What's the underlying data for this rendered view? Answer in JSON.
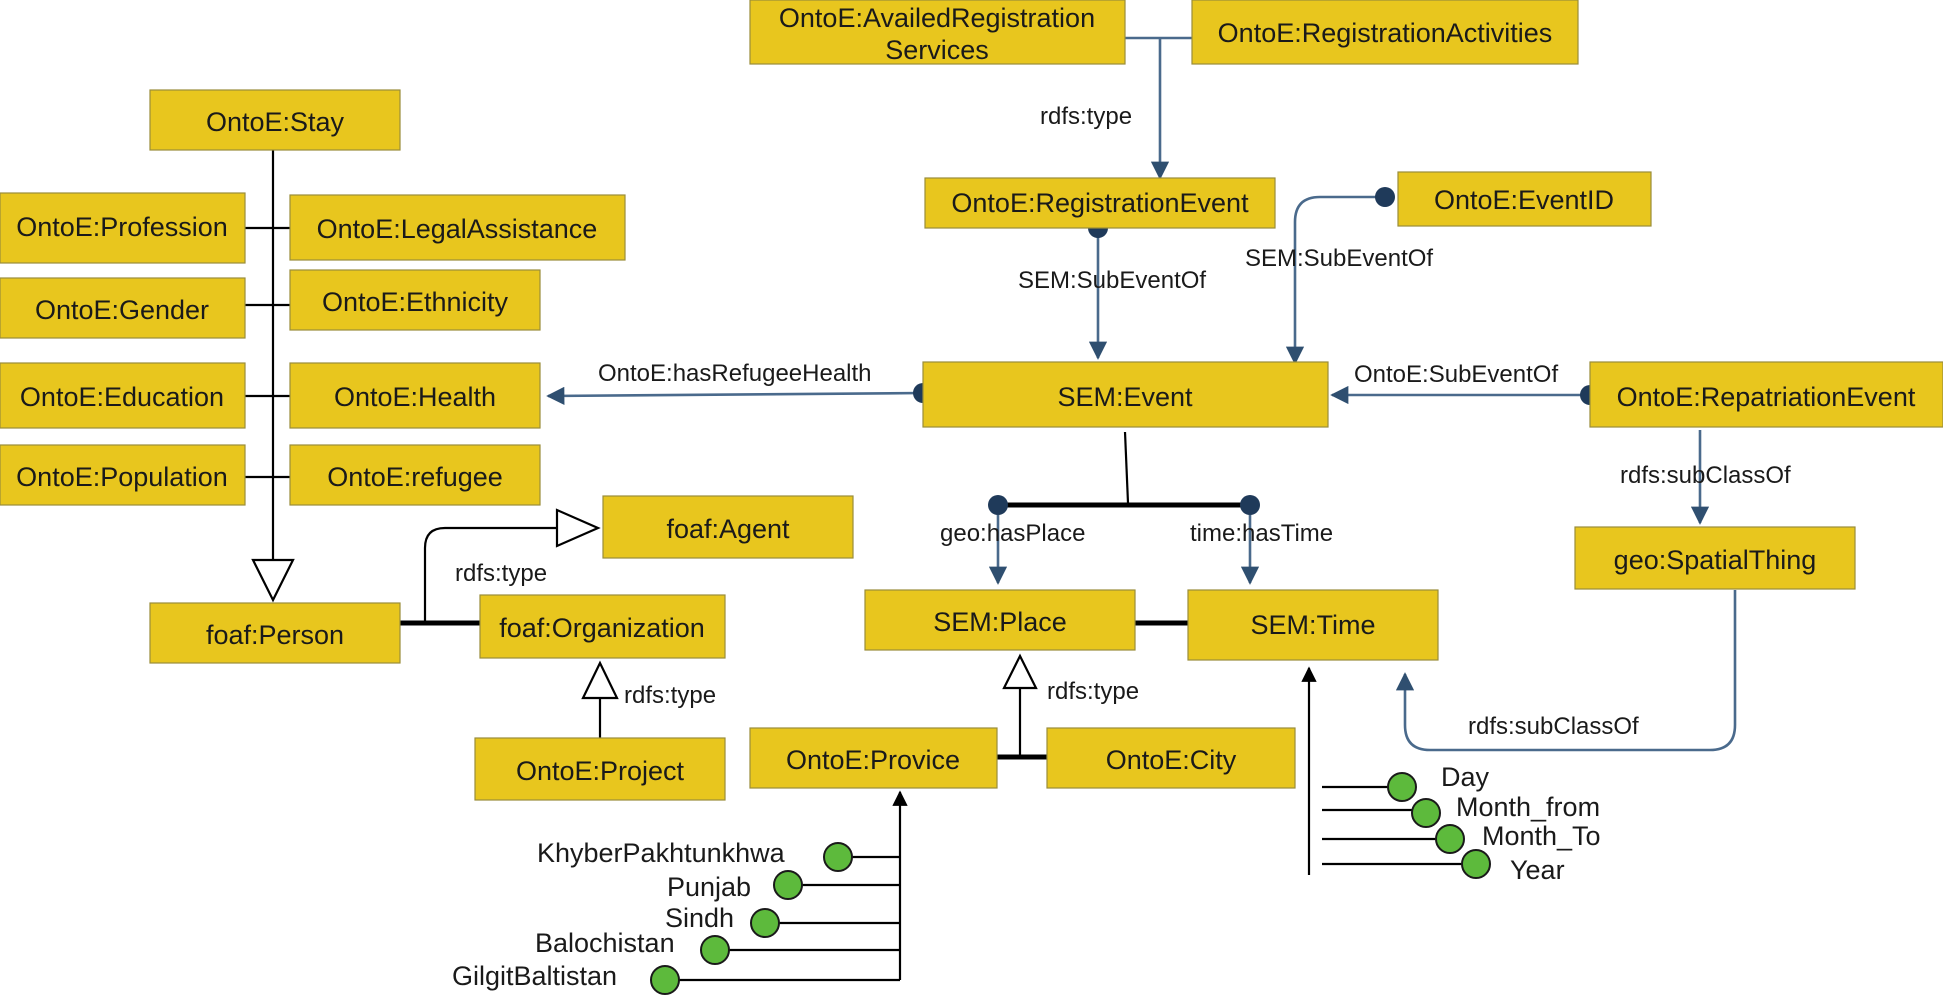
{
  "nodes": {
    "availed": [
      "OntoE:AvailedRegistration",
      "Services"
    ],
    "reg_activities": "OntoE:RegistrationActivities",
    "reg_event": "OntoE:RegistrationEvent",
    "event_id": "OntoE:EventID",
    "stay": "OntoE:Stay",
    "profession": "OntoE:Profession",
    "legal": "OntoE:LegalAssistance",
    "gender": "OntoE:Gender",
    "ethnicity": "OntoE:Ethnicity",
    "education": "OntoE:Education",
    "health": "OntoE:Health",
    "population": "OntoE:Population",
    "refugee": "OntoE:refugee",
    "sem_event": "SEM:Event",
    "repatriation": "OntoE:RepatriationEvent",
    "foaf_agent": "foaf:Agent",
    "foaf_person": "foaf:Person",
    "foaf_org": "foaf:Organization",
    "project": "OntoE:Project",
    "spatial": "geo:SpatialThing",
    "sem_place": "SEM:Place",
    "sem_time": "SEM:Time",
    "provice": "OntoE:Provice",
    "city": "OntoE:City"
  },
  "edges": {
    "rdfs_type_1": "rdfs:type",
    "sub_event_of_1": "SEM:SubEventOf",
    "sub_event_of_2": "SEM:SubEventOf",
    "has_refugee_health": "OntoE:hasRefugeeHealth",
    "onto_sub_event_of": "OntoE:SubEventOf",
    "rdfs_subclass_1": "rdfs:subClassOf",
    "rdfs_type_2": "rdfs:type",
    "geo_has_place": "geo:hasPlace",
    "time_has_time": "time:hasTime",
    "rdfs_type_3": "rdfs:type",
    "rdfs_type_4": "rdfs:type",
    "rdfs_subclass_2": "rdfs:subClassOf"
  },
  "time_values": [
    "Day",
    "Month_from",
    "Month_To",
    "Year"
  ],
  "provinces": [
    "KhyberPakhtunkhwa",
    "Punjab",
    "Sindh",
    "Balochistan",
    "GilgitBaltistan"
  ],
  "colors": {
    "node_fill": "#E8C61E",
    "arrow_blue": "#4a6a8c",
    "value_dot": "#5dba3c"
  }
}
